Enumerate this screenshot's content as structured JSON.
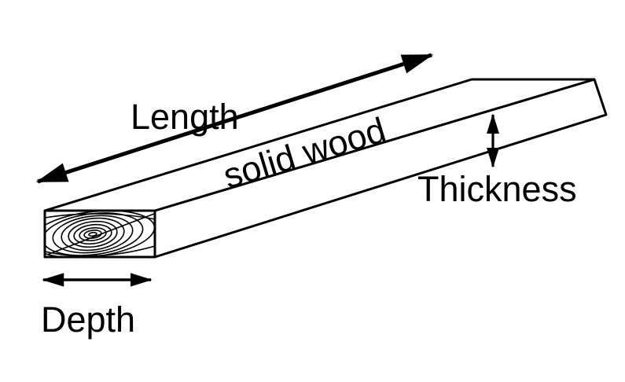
{
  "diagram": {
    "labels": {
      "length": "Length",
      "material": "solid wood",
      "thickness": "Thickness",
      "depth": "Depth"
    },
    "colors": {
      "line": "#000000",
      "wood_fill": "#ffffff",
      "background": "#ffffff"
    }
  }
}
